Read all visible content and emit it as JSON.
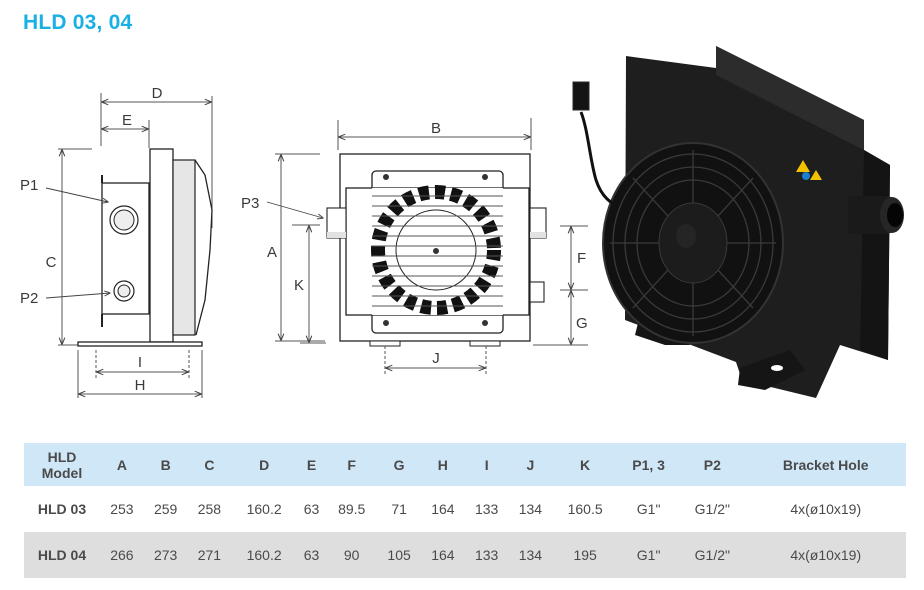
{
  "title": "HLD 03, 04",
  "drawings": {
    "side_view": {
      "dimension_labels": [
        "D",
        "E",
        "C",
        "I",
        "H"
      ],
      "callouts": [
        "P1",
        "P2"
      ]
    },
    "front_view": {
      "dimension_labels": [
        "B",
        "A",
        "K",
        "J",
        "F",
        "G"
      ],
      "callouts": [
        "P3"
      ]
    },
    "product_render": {
      "description": "Black air-oil cooler with electric fan, connector cable and mounting brackets"
    }
  },
  "table": {
    "headers": [
      "HLD Model",
      "A",
      "B",
      "C",
      "D",
      "E",
      "F",
      "G",
      "H",
      "I",
      "J",
      "K",
      "P1, 3",
      "P2",
      "Bracket Hole"
    ],
    "header_model_line1": "HLD",
    "header_model_line2": "Model",
    "rows": [
      [
        "HLD 03",
        "253",
        "259",
        "258",
        "160.2",
        "63",
        "89.5",
        "71",
        "164",
        "133",
        "134",
        "160.5",
        "G1\"",
        "G1/2\"",
        "4x(ø10x19)"
      ],
      [
        "HLD 04",
        "266",
        "273",
        "271",
        "160.2",
        "63",
        "90",
        "105",
        "164",
        "133",
        "134",
        "195",
        "G1\"",
        "G1/2\"",
        "4x(ø10x19)"
      ]
    ]
  },
  "colors": {
    "title": "#1ab0e6",
    "table_header_bg": "#cfe7f7",
    "table_alt_row_bg": "#dedede",
    "text": "#4a4a4a"
  }
}
